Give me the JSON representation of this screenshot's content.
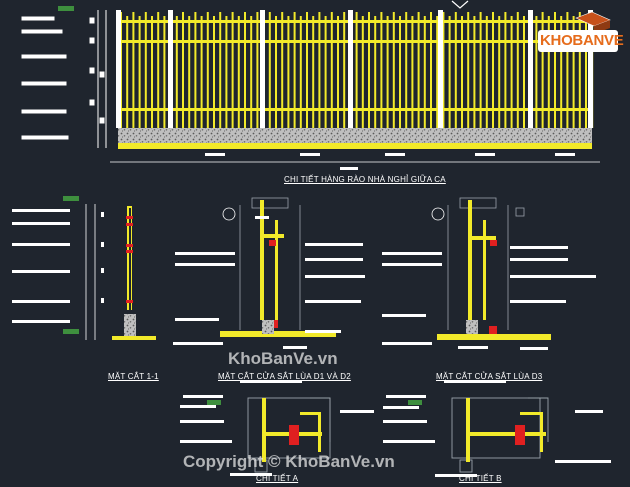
{
  "titles": {
    "fence_elevation": "CHI TIẾT HÀNG RÀO NHÀ NGHỈ GIỮA CA",
    "section_1_1": "MẶT CẮT 1-1",
    "section_d1_d2": "MẶT CẮT CỬA SẮT LÙA D1 VÀ D2",
    "section_d3": "MẶT CẮT CỬA SẮT LÙA D3",
    "detail_a": "CHI TIẾT A",
    "detail_b": "CHI TIẾT B"
  },
  "watermarks": {
    "logo_text": "KHOBANVE",
    "site": "KhoBanVe.vn",
    "copyright": "Copyright © KhoBanVe.vn"
  },
  "colors": {
    "background": "#1f252e",
    "fence": "#f2ea2a",
    "detail_line": "#ffffff",
    "gray_line": "#9aa2aa",
    "accent_red": "#e02020",
    "logo_orange": "#e66c1c"
  }
}
